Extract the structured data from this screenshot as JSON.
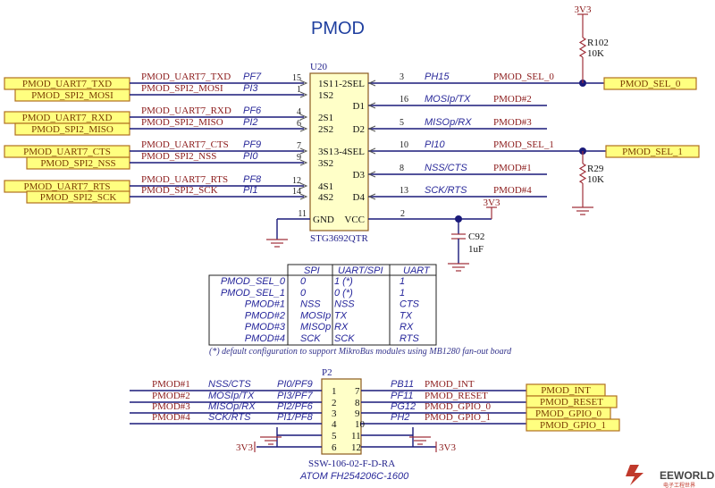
{
  "title": "PMOD",
  "u20": {
    "ref": "U20",
    "part": "STG3692QTR",
    "left_rows": [
      {
        "port": "PMOD_UART7_TXD",
        "net": "PMOD_UART7_TXD",
        "mcu_pin": "PF7",
        "num": "15",
        "name": "1S1"
      },
      {
        "port": "PMOD_SPI2_MOSI",
        "net": "PMOD_SPI2_MOSI",
        "mcu_pin": "PI3",
        "num": "1",
        "name": "1S2"
      },
      {
        "port": "PMOD_UART7_RXD",
        "net": "PMOD_UART7_RXD",
        "mcu_pin": "PF6",
        "num": "4",
        "name": "2S1"
      },
      {
        "port": "PMOD_SPI2_MISO",
        "net": "PMOD_SPI2_MISO",
        "mcu_pin": "PI2",
        "num": "6",
        "name": "2S2"
      },
      {
        "port": "PMOD_UART7_CTS",
        "net": "PMOD_UART7_CTS",
        "mcu_pin": "PF9",
        "num": "7",
        "name": "3S1"
      },
      {
        "port": "PMOD_SPI2_NSS",
        "net": "PMOD_SPI2_NSS",
        "mcu_pin": "PI0",
        "num": "9",
        "name": "3S2"
      },
      {
        "port": "PMOD_UART7_RTS",
        "net": "PMOD_UART7_RTS",
        "mcu_pin": "PF8",
        "num": "12",
        "name": "4S1"
      },
      {
        "port": "PMOD_SPI2_SCK",
        "net": "PMOD_SPI2_SCK",
        "mcu_pin": "PI1",
        "num": "14",
        "name": "4S2"
      }
    ],
    "right_rows": [
      {
        "num": "3",
        "name": "1-2SEL",
        "signal": "PH15",
        "net": "PMOD_SEL_0"
      },
      {
        "num": "16",
        "name": "D1",
        "signal": "MOSIp/TX",
        "net": "PMOD#2"
      },
      {
        "num": "5",
        "name": "D2",
        "signal": "MISOp/RX",
        "net": "PMOD#3"
      },
      {
        "num": "10",
        "name": "3-4SEL",
        "signal": "PI10",
        "net": "PMOD_SEL_1"
      },
      {
        "num": "8",
        "name": "D3",
        "signal": "NSS/CTS",
        "net": "PMOD#1"
      },
      {
        "num": "13",
        "name": "D4",
        "signal": "SCK/RTS",
        "net": "PMOD#4"
      }
    ],
    "gnd": {
      "num": "11",
      "name": "GND"
    },
    "vcc": {
      "num": "2",
      "name": "VCC"
    }
  },
  "power": {
    "label": "3V3"
  },
  "r102": {
    "ref": "R102",
    "value": "10K"
  },
  "r29": {
    "ref": "R29",
    "value": "10K"
  },
  "c92": {
    "ref": "C92",
    "value": "1uF"
  },
  "sel_ports": [
    "PMOD_SEL_0",
    "PMOD_SEL_1"
  ],
  "table": {
    "headers": [
      "SPI",
      "UART/SPI",
      "UART"
    ],
    "rows": [
      [
        "PMOD_SEL_0",
        "0",
        "1 (*)",
        "1"
      ],
      [
        "PMOD_SEL_1",
        "0",
        "0 (*)",
        "1"
      ],
      [
        "PMOD#1",
        "NSS",
        "NSS",
        "CTS"
      ],
      [
        "PMOD#2",
        "MOSIp",
        "TX",
        "TX"
      ],
      [
        "PMOD#3",
        "MISOp",
        "RX",
        "RX"
      ],
      [
        "PMOD#4",
        "SCK",
        "SCK",
        "RTS"
      ]
    ],
    "footnote": "(*) default configuration to support MikroBus modules using MB1280 fan-out board"
  },
  "p2": {
    "ref": "P2",
    "part": "SSW-106-02-F-D-RA",
    "alt_part": "ATOM FH254206C-1600",
    "left_rows": [
      {
        "net": "PMOD#1",
        "signal": "NSS/CTS",
        "mcu_pin": "PI0/PF9",
        "num": "1"
      },
      {
        "net": "PMOD#2",
        "signal": "MOSIp/TX",
        "mcu_pin": "PI3/PF7",
        "num": "2"
      },
      {
        "net": "PMOD#3",
        "signal": "MISOp/RX",
        "mcu_pin": "PI2/PF6",
        "num": "3"
      },
      {
        "net": "PMOD#4",
        "signal": "SCK/RTS",
        "mcu_pin": "PI1/PF8",
        "num": "4"
      }
    ],
    "right_rows": [
      {
        "num": "7",
        "mcu_pin": "PB11",
        "net": "PMOD_INT",
        "port": "PMOD_INT"
      },
      {
        "num": "8",
        "mcu_pin": "PF11",
        "net": "PMOD_RESET",
        "port": "PMOD_RESET"
      },
      {
        "num": "9",
        "mcu_pin": "PG12",
        "net": "PMOD_GPIO_0",
        "port": "PMOD_GPIO_0"
      },
      {
        "num": "10",
        "mcu_pin": "PH2",
        "net": "PMOD_GPIO_1",
        "port": "PMOD_GPIO_1"
      }
    ],
    "extra_pins": [
      "5",
      "6",
      "11",
      "12"
    ]
  },
  "watermark": {
    "text": "EEWORLD",
    "sub": "电子工程世界"
  }
}
